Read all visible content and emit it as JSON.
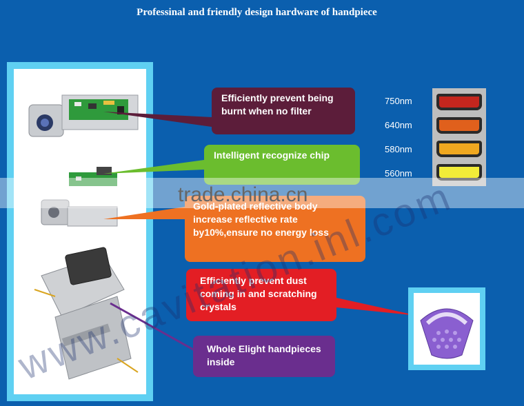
{
  "title": "Professinal and friendly design hardware of handpiece",
  "callouts": [
    "Efficiently prevent being burnt when no filter",
    "Intelligent recognize chip",
    "Gold-plated reflective body increase reflective rate by10%,ensure no energy loss",
    "Efficiently prevent dust coming in and scratching crystals",
    "Whole Elight handpieces inside"
  ],
  "wavelengths": [
    "750nm",
    "640nm",
    "580nm",
    "560nm"
  ],
  "filter_colors": [
    "#c4261e",
    "#e0601c",
    "#f0a820",
    "#f2ec38"
  ],
  "watermark": {
    "band_text": "trade.china.cn",
    "diagonal_text": "www.cavitation.inl.com"
  },
  "colors": {
    "background": "#0b5fae",
    "panel_border": "#5fd0f2",
    "callout_dark_red": "#5c1d3a",
    "callout_green": "#6bbd2e",
    "callout_orange": "#ee7122",
    "callout_red": "#e31e24",
    "callout_purple": "#6a2e8e"
  },
  "icons": [
    "laser-module-icon",
    "chip-board-icon",
    "reflector-icon",
    "handpiece-assembly-icon",
    "crystal-tip-icon"
  ]
}
